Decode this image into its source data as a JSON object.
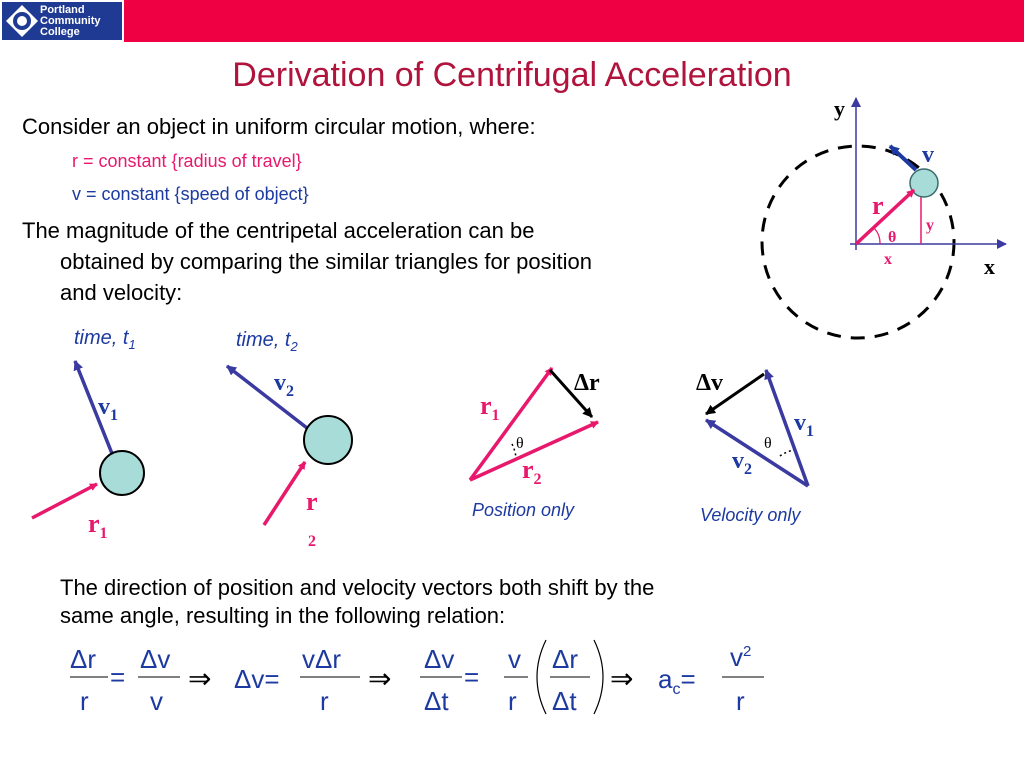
{
  "logo": {
    "line1": "Portland",
    "line2": "Community",
    "line3": "College"
  },
  "title": "Derivation of Centrifugal Acceleration",
  "intro": "Consider an object in uniform circular motion, where:",
  "r_def": "r = constant {radius of travel}",
  "v_def": "v = constant {speed of object}",
  "magnitude_line1": "The magnitude of the centripetal acceleration can be",
  "magnitude_line2": "obtained by comparing the similar triangles for position",
  "magnitude_line3": "and velocity:",
  "time1_label": "time, t",
  "time1_sub": "1",
  "time2_label": "time, t",
  "time2_sub": "2",
  "position_only": "Position only",
  "velocity_only": "Velocity only",
  "direction_line1": "The direction of position and velocity vectors both shift by the",
  "direction_line2": "same angle, resulting in the following relation:",
  "colors": {
    "red_bar": "#ee0042",
    "title": "#b0143c",
    "pink": "#e8186c",
    "blue": "#1c3aa0",
    "vector_blue": "#3a3aa0",
    "ball": "#a8dcd8"
  }
}
